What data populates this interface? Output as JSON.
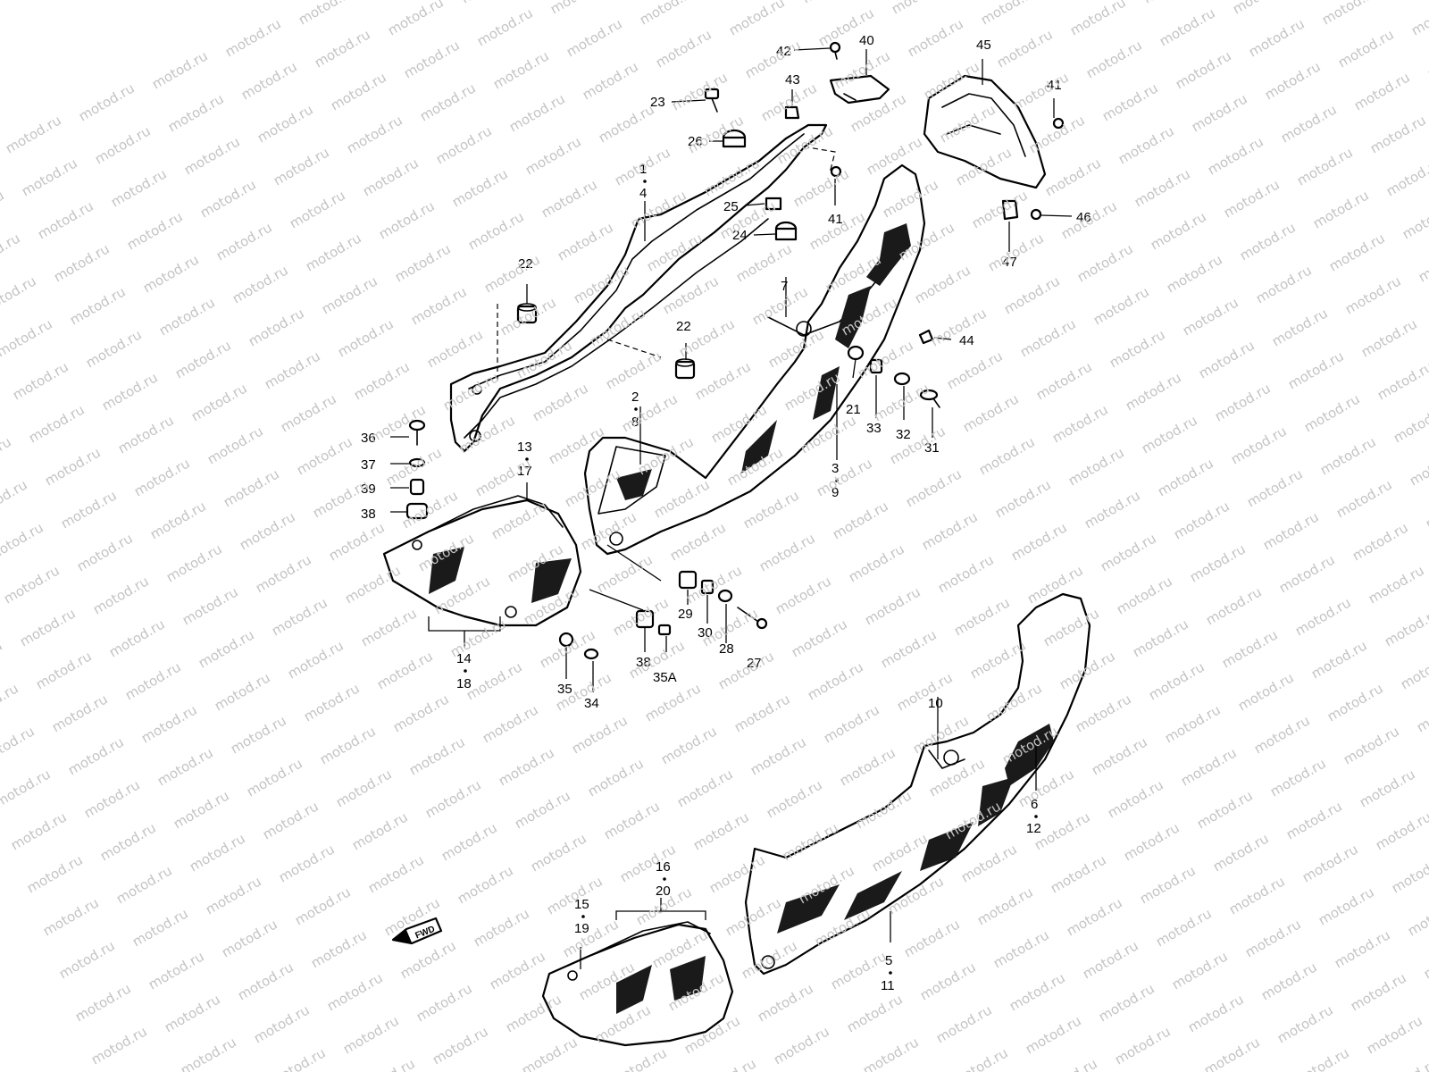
{
  "watermark": {
    "text": "motod.ru",
    "color": "#c4c4c4"
  },
  "fwd_label": "FWD",
  "callouts": {
    "c1": "1",
    "c4": "4",
    "c2": "2",
    "c8": "8",
    "c3": "3",
    "c9": "9",
    "c5": "5",
    "c11": "11",
    "c6": "6",
    "c12": "12",
    "c7": "7",
    "c10": "10",
    "c13": "13",
    "c17": "17",
    "c14": "14",
    "c18": "18",
    "c15": "15",
    "c19": "19",
    "c16": "16",
    "c20": "20",
    "c21": "21",
    "c22a": "22",
    "c22b": "22",
    "c23": "23",
    "c24": "24",
    "c25": "25",
    "c26": "26",
    "c27": "27",
    "c28": "28",
    "c29": "29",
    "c30": "30",
    "c31": "31",
    "c32": "32",
    "c33": "33",
    "c34": "34",
    "c35": "35",
    "c35a": "35A",
    "c36": "36",
    "c37": "37",
    "c38a": "38",
    "c38b": "38",
    "c39": "39",
    "c40": "40",
    "c41a": "41",
    "c41b": "41",
    "c42": "42",
    "c43": "43",
    "c44": "44",
    "c45": "45",
    "c46": "46",
    "c47": "47"
  }
}
